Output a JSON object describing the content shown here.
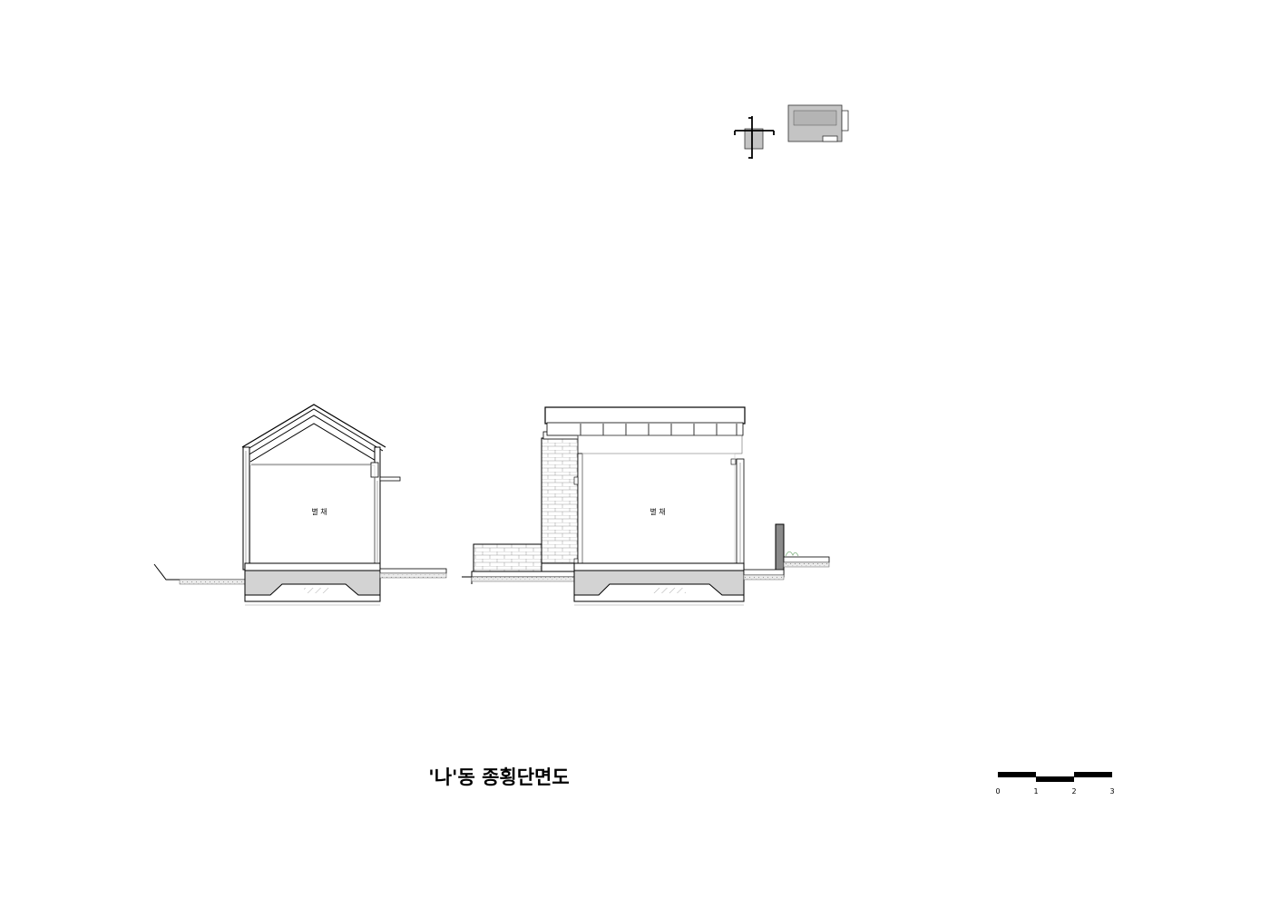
{
  "sections": {
    "left_room_label": "별 채",
    "right_room_label": "별 채"
  },
  "drawing_title": "'나'동 종횡단면도",
  "scale_bar": {
    "ticks": [
      "0",
      "1",
      "2",
      "3"
    ]
  }
}
